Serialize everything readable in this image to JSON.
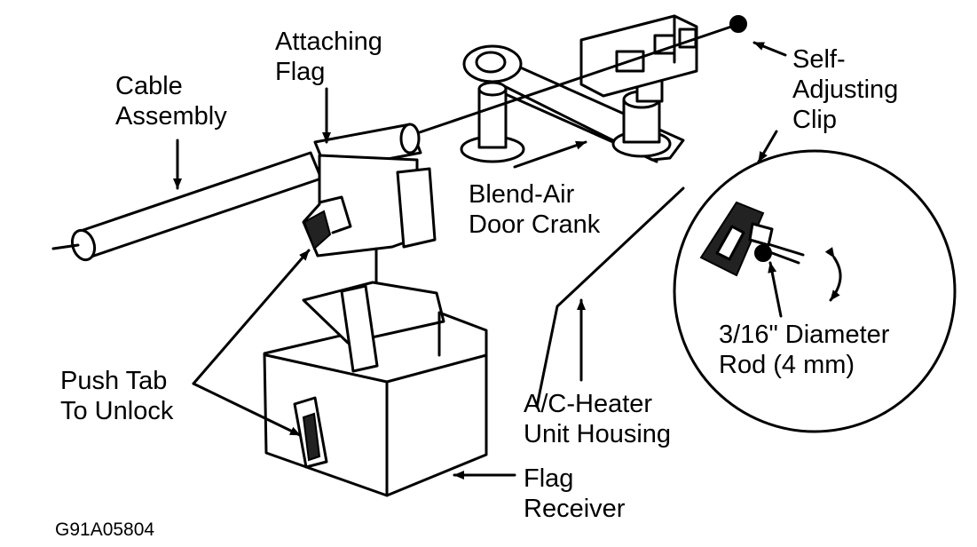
{
  "labels": {
    "cable_assembly": [
      "Cable",
      "Assembly"
    ],
    "attaching_flag": [
      "Attaching",
      "Flag"
    ],
    "self_adjusting_clip": [
      "Self-",
      "Adjusting",
      "Clip"
    ],
    "blend_air_door_crank": [
      "Blend-Air",
      "Door Crank"
    ],
    "push_tab_to_unlock": [
      "Push Tab",
      "To Unlock"
    ],
    "rod_diameter": [
      "3/16\" Diameter",
      "Rod (4 mm)"
    ],
    "heater_unit_housing": [
      "A/C-Heater",
      "Unit Housing"
    ],
    "flag_receiver": [
      "Flag",
      "Receiver"
    ]
  },
  "figure_code": "G91A05804"
}
